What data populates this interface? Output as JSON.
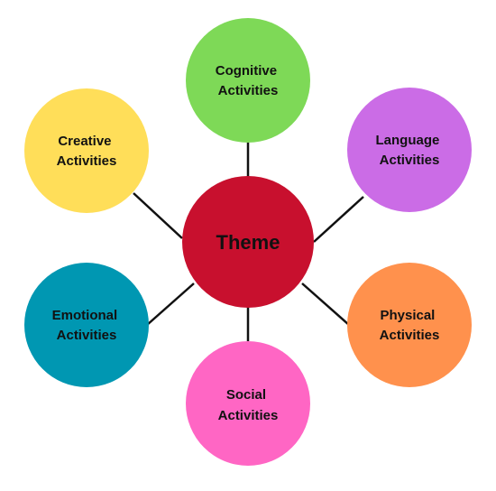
{
  "center": {
    "label": "Theme",
    "color": "#c8102e"
  },
  "nodes": [
    {
      "id": "cognitive",
      "line1": "Cognitive",
      "line2": "Activities",
      "color": "#7ed957"
    },
    {
      "id": "language",
      "line1": "Language",
      "line2": "Activities",
      "color": "#cb6ce6"
    },
    {
      "id": "physical",
      "line1": "Physical",
      "line2": "Activities",
      "color": "#ff914d"
    },
    {
      "id": "social",
      "line1": "Social",
      "line2": "Activities",
      "color": "#ff66c4"
    },
    {
      "id": "emotional",
      "line1": "Emotional",
      "line2": "Activities",
      "color": "#0097b2"
    },
    {
      "id": "creative",
      "line1": "Creative",
      "line2": "Activities",
      "color": "#ffde59"
    }
  ]
}
